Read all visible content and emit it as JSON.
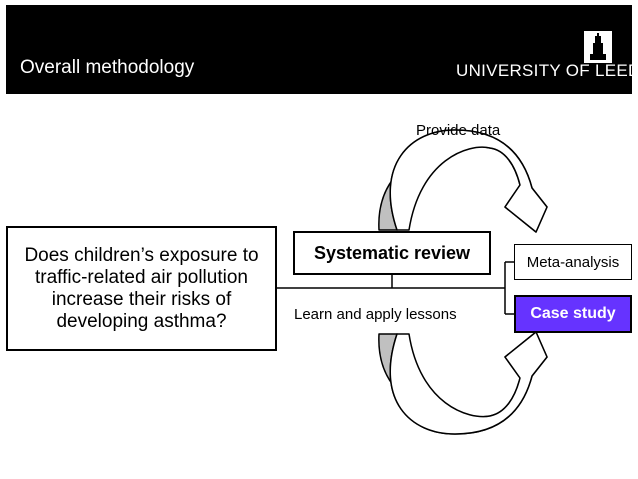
{
  "header": {
    "title": "Overall methodology",
    "logo_text": "UNIVERSITY OF LEEDS"
  },
  "diagram": {
    "question": "Does children’s exposure to traffic-related air pollution increase their risks of developing asthma?",
    "systematic_review": "Systematic review",
    "meta_analysis": "Meta-analysis",
    "case_study": "Case study",
    "provide_data": "Provide data",
    "learn_apply": "Learn and apply lessons"
  },
  "colors": {
    "header_bg": "#000000",
    "case_study_bg": "#6633FF",
    "arrow_shade": "#C0C0C0"
  },
  "icons": {
    "logo": "university-tower-crest-icon",
    "top_arrow": "curved-arrow-down-icon",
    "bottom_arrow": "curved-arrow-up-icon"
  }
}
